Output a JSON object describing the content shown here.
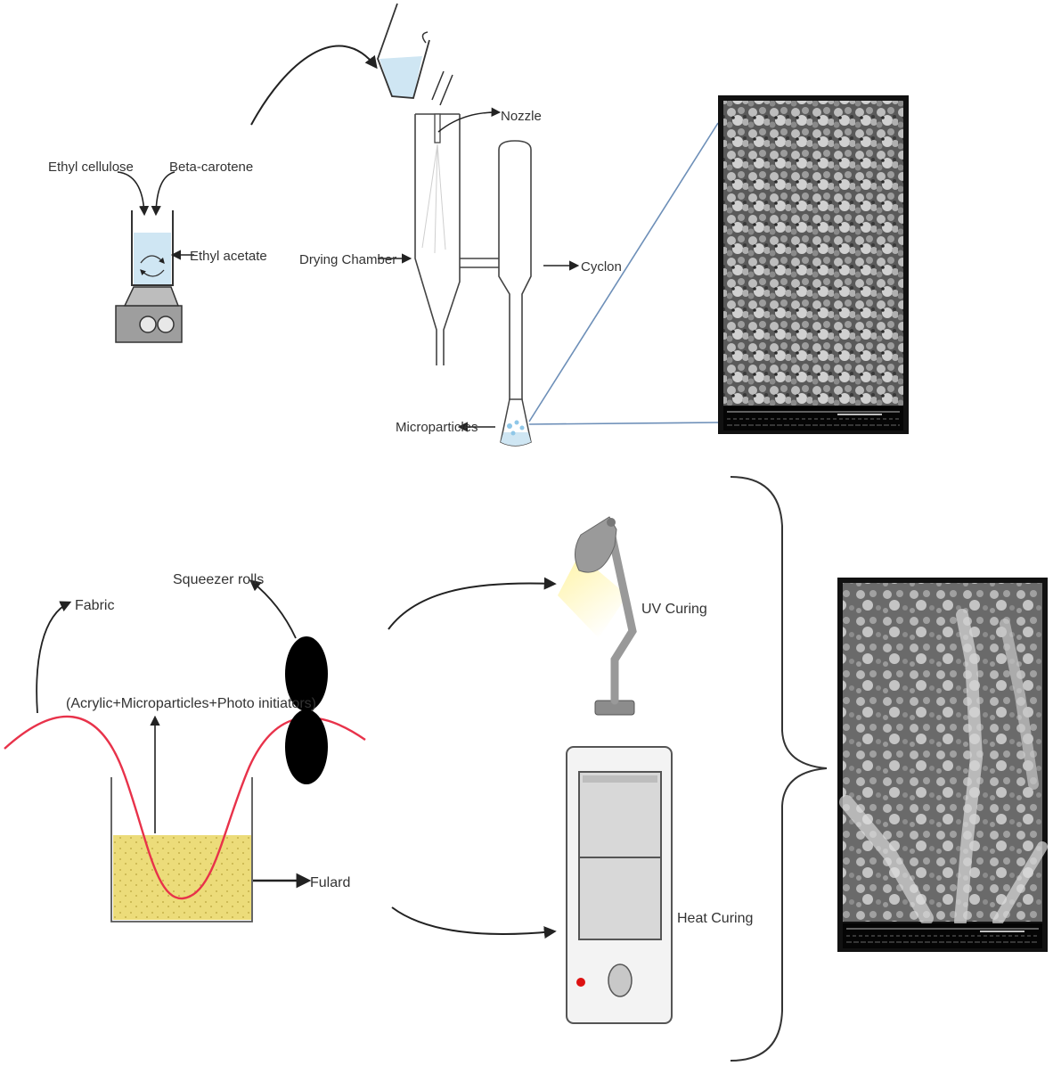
{
  "labels": {
    "ethyl_cellulose": "Ethyl cellulose",
    "beta_carotene": "Beta-carotene",
    "ethyl_acetate": "Ethyl acetate",
    "nozzle": "Nozzle",
    "drying_chamber": "Drying Chamber",
    "cyclon": "Cyclon",
    "microparticles": "Microparticles",
    "fabric": "Fabric",
    "squeezer_rolls": "Squeezer rolls",
    "bath_contents": "(Acrylic+Microparticles+Photo initiators)",
    "fulard": "Fulard",
    "uv_curing": "UV Curing",
    "heat_curing": "Heat Curing"
  },
  "colors": {
    "fabric_line": "#e8324a",
    "bath_liquid": "#ecdc7a",
    "beaker_liquid": "#cfe6f3",
    "lamp_light": "#fff6b0",
    "sem_frame": "#111111",
    "connector_line": "#6d8fb8",
    "indicator_red": "#dd1111"
  },
  "icons": [
    "magnetic-stirrer-icon",
    "pouring-beaker-icon",
    "spray-dryer-icon",
    "cyclone-icon",
    "collection-flask-icon",
    "squeezer-rolls-icon",
    "padding-bath-icon",
    "desk-lamp-icon",
    "curing-oven-icon",
    "brace-icon"
  ]
}
